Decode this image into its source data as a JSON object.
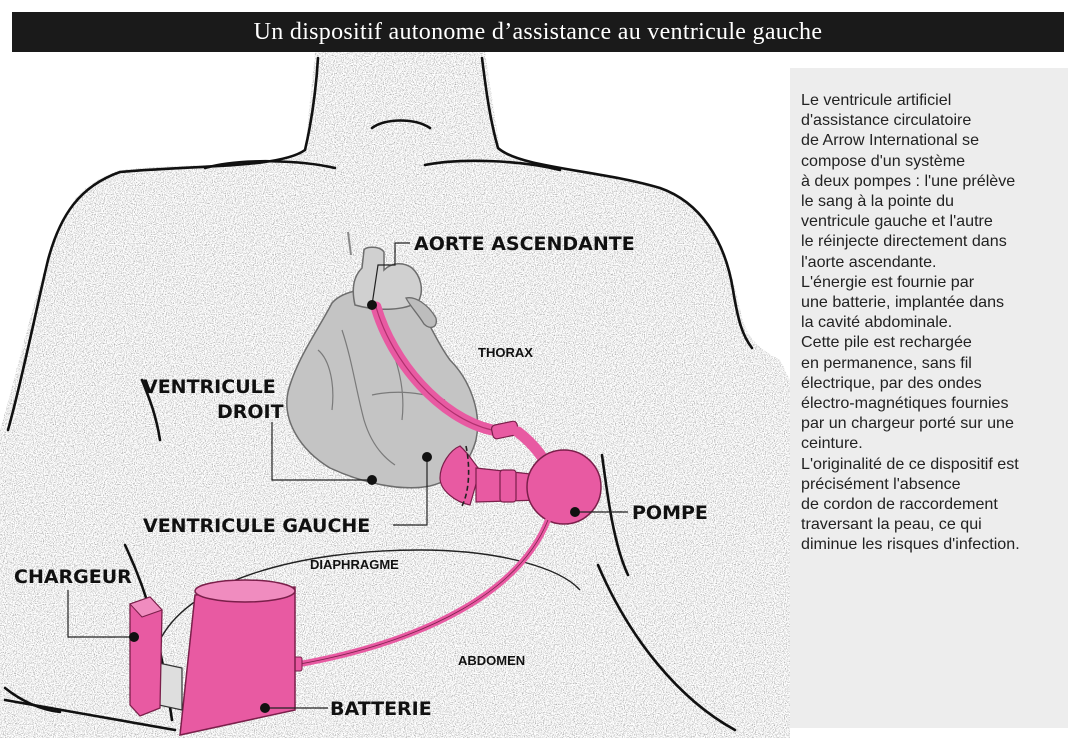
{
  "title": "Un dispositif autonome d’assistance au ventricule gauche",
  "labels": {
    "aorte": "AORTE ASCENDANTE",
    "thorax": "THORAX",
    "vd_line1": "VENTRICULE",
    "vd_line2": "DROIT",
    "vg": "VENTRICULE GAUCHE",
    "pompe": "POMPE",
    "diaphragme": "DIAPHRAGME",
    "chargeur": "CHARGEUR",
    "abdomen": "ABDOMEN",
    "batterie": "BATTERIE"
  },
  "caption": "Le ventricule artificiel\nd'assistance circulatoire\nde Arrow International se\ncompose d'un système\nà deux pompes : l'une prélève\nle sang à la pointe du\nventricule gauche et l'autre\nle réinjecte directement dans\nl'aorte ascendante.\nL'énergie est fournie par\nune batterie, implantée dans\nla cavité abdominale.\nCette pile est rechargée\nen permanence, sans fil\nélectrique, par des ondes\nélectro-magnétiques fournies\npar un chargeur porté sur une\nceinture.\nL'originalité de ce dispositif est\nprécisément l'absence\nde cordon de raccordement\ntraversant la peau, ce qui\ndiminue les risques d'infection.",
  "colors": {
    "device_pink": "#e85aa2",
    "device_pink_dark": "#b0306e",
    "heart_gray": "#c4c4c4",
    "title_bg": "#1a1a1a",
    "caption_bg": "#ededed"
  }
}
